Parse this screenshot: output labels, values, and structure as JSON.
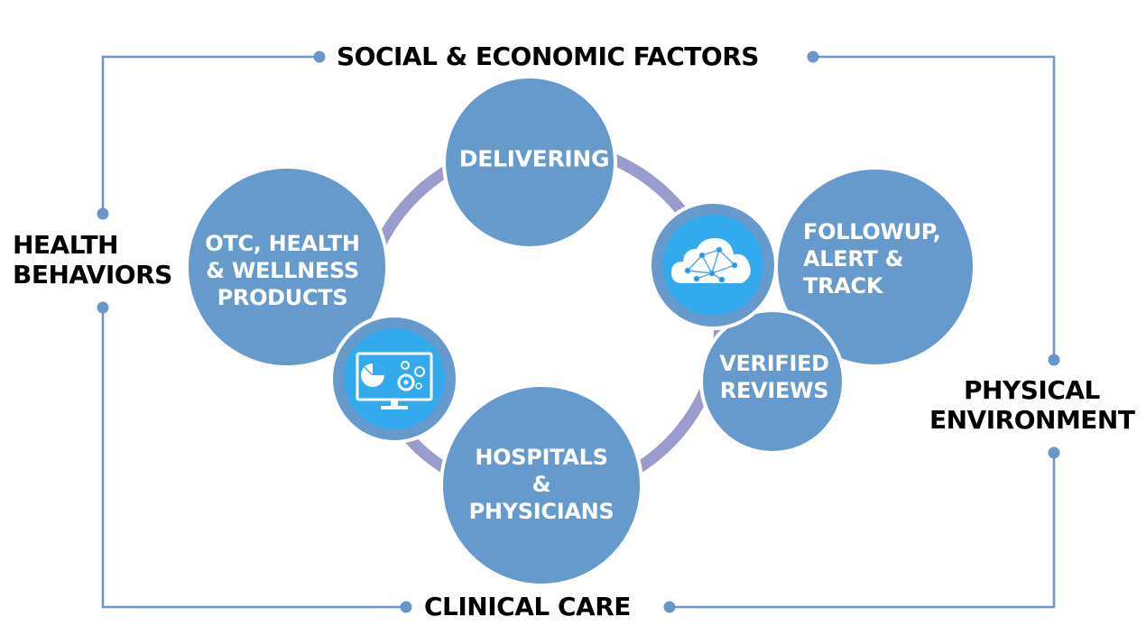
{
  "outer_labels": {
    "top": "SOCIAL & ECONOMIC FACTORS",
    "bottom": "CLINICAL CARE",
    "left": [
      "HEALTH",
      "BEHAVIORS"
    ],
    "right": [
      "PHYSICAL",
      "ENVIRONMENT"
    ]
  },
  "circles": {
    "delivering": [
      "DELIVERING"
    ],
    "otc": [
      "OTC, HEALTH",
      "& WELLNESS",
      "PRODUCTS"
    ],
    "followup": [
      "FOLLOWUP,",
      "ALERT &",
      "TRACK"
    ],
    "verified": [
      "VERIFIED",
      "REVIEWS"
    ],
    "hospitals": [
      "HOSPITALS",
      "&",
      "PHYSICIANS"
    ]
  },
  "icons": {
    "monitor": "monitor-analytics-icon",
    "cloud": "cloud-network-icon"
  },
  "colors": {
    "circle": "#6699cc",
    "ring": "#9999cc",
    "icon_bg": "#33aaee",
    "frame_line": "#6699cc"
  }
}
